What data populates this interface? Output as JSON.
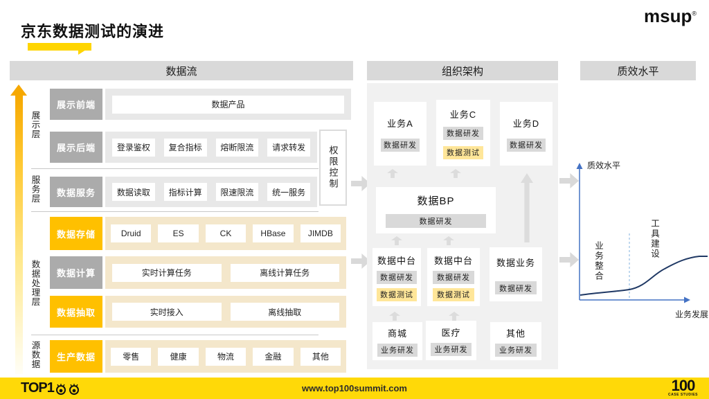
{
  "title": "京东数据测试的演进",
  "brand": {
    "logo_text": "msup",
    "registered": "®"
  },
  "colors": {
    "accent_yellow": "#FFC000",
    "highlight_yellow": "#FFD500",
    "footer_yellow": "#FFD908",
    "header_gray": "#D9D9D9",
    "label_gray": "#ABABAB",
    "chip_gray": "#D9D9D9",
    "chip_yellow": "#FFE699",
    "row_gray": "#E8E8E8",
    "row_cream": "#F4E7CB",
    "axis_blue": "#4472C4",
    "curve_navy": "#1F3864"
  },
  "dataflow": {
    "header": "数据流",
    "layer_labels": [
      "展示层",
      "服务层",
      "数据处理层",
      "源数据"
    ],
    "permission_label": "权限控制",
    "rows": [
      {
        "label": "展示前端",
        "items": [
          "数据产品"
        ]
      },
      {
        "label": "展示后端",
        "items": [
          "登录鉴权",
          "复合指标",
          "熔断限流",
          "请求转发"
        ]
      },
      {
        "label": "数据服务",
        "items": [
          "数据读取",
          "指标计算",
          "限速限流",
          "统一服务"
        ]
      },
      {
        "label": "数据存储",
        "items": [
          "Druid",
          "ES",
          "CK",
          "HBase",
          "JIMDB"
        ]
      },
      {
        "label": "数据计算",
        "items": [
          "实时计算任务",
          "离线计算任务"
        ]
      },
      {
        "label": "数据抽取",
        "items": [
          "实时接入",
          "离线抽取"
        ]
      },
      {
        "label": "生产数据",
        "items": [
          "零售",
          "健康",
          "物流",
          "金融",
          "其他"
        ]
      }
    ]
  },
  "org": {
    "header": "组织架构",
    "top_row": [
      {
        "title": "业务A",
        "chips": [
          "数据研发"
        ]
      },
      {
        "title": "业务C",
        "chips": [
          "数据研发",
          "数据测试"
        ]
      },
      {
        "title": "业务D",
        "chips": [
          "数据研发"
        ]
      }
    ],
    "bp_box": {
      "title": "数据BP",
      "chips": [
        "数据研发"
      ]
    },
    "mid_row": [
      {
        "title": "数据中台",
        "chips": [
          "数据研发",
          "数据测试"
        ]
      },
      {
        "title": "数据中台",
        "chips": [
          "数据研发",
          "数据测试"
        ]
      },
      {
        "title": "数据业务",
        "chips": [
          "数据研发"
        ]
      }
    ],
    "bottom_row": [
      {
        "title": "商城",
        "chips": [
          "业务研发"
        ]
      },
      {
        "title": "医疗",
        "chips": [
          "业务研发"
        ]
      },
      {
        "title": "其他",
        "chips": [
          "业务研发"
        ]
      }
    ]
  },
  "quality": {
    "header": "质效水平",
    "chart_data": {
      "type": "line",
      "title": "",
      "xlabel": "业务发展",
      "ylabel": "质效水平",
      "annotations": [
        "业务整合",
        "工具建设"
      ],
      "phase_divider_x": 0.45,
      "x_norm": [
        0.0,
        0.25,
        0.45,
        0.62,
        0.8,
        0.95,
        1.0
      ],
      "y_norm": [
        0.04,
        0.05,
        0.08,
        0.2,
        0.29,
        0.33,
        0.33
      ],
      "grid": false,
      "note": "S-curve: low flat during 业务整合 phase, steep rise then plateau during 工具建设 phase"
    }
  },
  "footer": {
    "logo_text": "TOP1",
    "url": "www.top100summit.com",
    "badge_number": "100",
    "badge_caption": "CASE STUDIES"
  }
}
